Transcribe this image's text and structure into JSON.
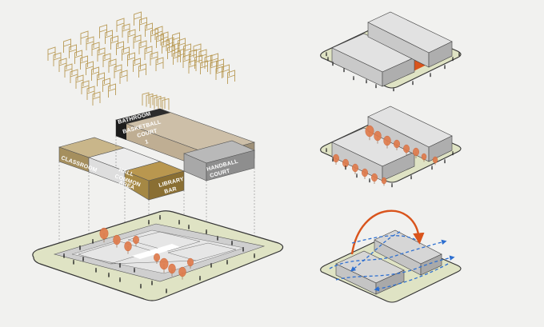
{
  "programs": {
    "bathroom": "BATHROOM",
    "basketball_line1": "BASKETBALL",
    "basketball_line2": "COURT",
    "basketball_line3": "1",
    "classroom": "CLASSROOM",
    "hall_line1": "HALL",
    "hall_line2": "COMMON",
    "hall_line3": "AREA",
    "library_line1": "LIBRARY",
    "library_line2": "BAR",
    "handball_line1": "HANDBALL",
    "handball_line2": "COURT"
  },
  "colors": {
    "background": "#f1f1ef",
    "site_ground": "#dfe3c4",
    "massing_gray": "#dcdcdc",
    "accent_orange": "#d9541c",
    "tree_orange": "#e07a4a",
    "flow_blue": "#2d6fd0",
    "timber": "#c8aa6a",
    "bathroom": "#2c2c2c",
    "basketball": "#cdbfa8",
    "classroom": "#c9b68a",
    "hall": "#e4e4e4",
    "library": "#b9974f",
    "handball": "#a8a8a8"
  },
  "icons": {
    "timber_frames": "pergola-frames-icon",
    "people": "person-silhouette-icon",
    "trees": "tree-icon",
    "flow_arrows": "circulation-arrow-icon"
  }
}
